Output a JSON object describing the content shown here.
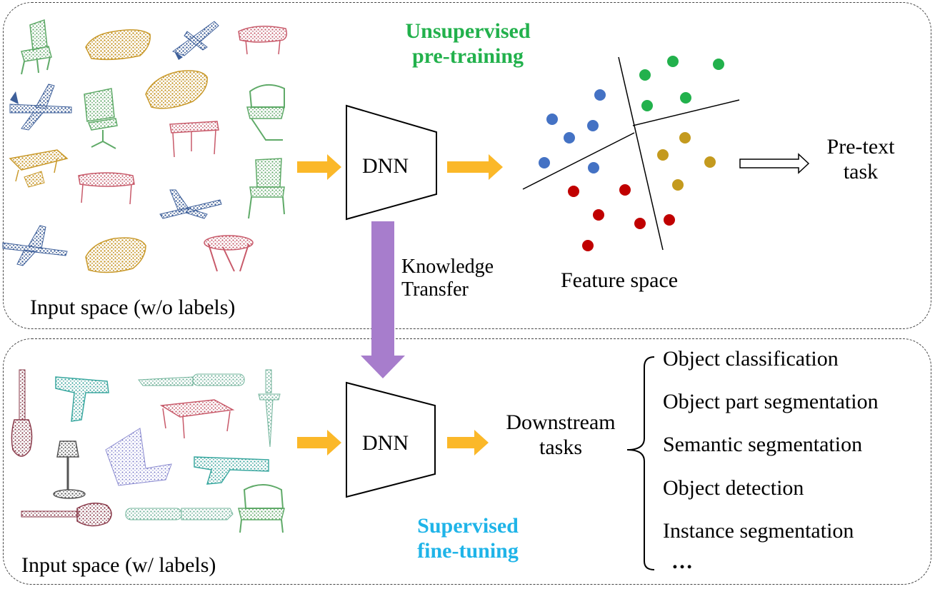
{
  "colors": {
    "unsupervised": "#22b14c",
    "supervised": "#1fb4e8",
    "arrow_orange": "#fbb829",
    "arrow_purple": "#a77dcc",
    "feature_blue": "#4472c4",
    "feature_green": "#22b14c",
    "feature_gold": "#c49a1e",
    "feature_red": "#c00000"
  },
  "top_panel": {
    "heading_line1": "Unsupervised",
    "heading_line2": "pre-training",
    "input_label": "Input space (w/o labels)",
    "dnn_label": "DNN",
    "feature_label": "Feature space",
    "pretext_line1": "Pre-text",
    "pretext_line2": "task",
    "input_objects": [
      "chair",
      "car",
      "airplane",
      "table",
      "chair",
      "car",
      "airplane",
      "table",
      "chair",
      "car",
      "airplane",
      "table",
      "chair",
      "car",
      "airplane",
      "table"
    ]
  },
  "transfer": {
    "line1": "Knowledge",
    "line2": "Transfer"
  },
  "bottom_panel": {
    "heading_line1": "Supervised",
    "heading_line2": "fine-tuning",
    "input_label": "Input space (w/ labels)",
    "dnn_label": "DNN",
    "downstream_line1": "Downstream",
    "downstream_line2": "tasks",
    "tasks": [
      "Object classification",
      "Object part segmentation",
      "Semantic segmentation",
      "Object detection",
      "Instance segmentation",
      "…"
    ],
    "input_objects": [
      "guitar",
      "gun",
      "knife",
      "dagger",
      "table",
      "lamp",
      "bag",
      "pistol",
      "guitar",
      "knife",
      "chair"
    ]
  }
}
